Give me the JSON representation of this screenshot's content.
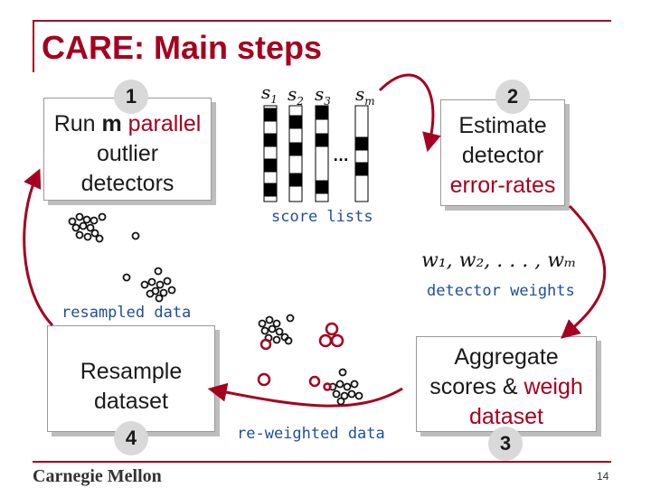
{
  "title": "CARE: Main steps",
  "step1": {
    "badge": "1",
    "line1_pre": "Run ",
    "line1_bold": "m",
    "line1_red": " parallel",
    "line2": "outlier",
    "line3": "detectors"
  },
  "step2": {
    "badge": "2",
    "line1": "Estimate",
    "line2": "detector",
    "line3": "error-rates"
  },
  "step3": {
    "badge": "3",
    "line1": "Aggregate",
    "line2_pre": "scores & ",
    "line2_red": "weigh",
    "line3": "dataset"
  },
  "step4": {
    "badge": "4",
    "line1": "Resample",
    "line2": "dataset"
  },
  "score_lists": {
    "label": "score lists",
    "s1": "s",
    "s1_sub": "1",
    "s2": "s",
    "s2_sub": "2",
    "s3": "s",
    "s3_sub": "3",
    "sm": "s",
    "sm_sub": "m",
    "ellipsis": "…"
  },
  "weights": {
    "formula": "w₁, w₂, . . . , wₘ",
    "label": "detector weights"
  },
  "resampled_label": "resampled data",
  "reweighted_label": "re-weighted data",
  "footer": {
    "logo": "Carnegie Mellon",
    "page": "14"
  },
  "colors": {
    "accent": "#a6001f",
    "badge_gray": "#d9d9d9",
    "mono_blue": "#1f4e9e"
  },
  "icons": [
    "cycle-arrow-icon",
    "point-cloud-icon",
    "score-column-icon"
  ]
}
